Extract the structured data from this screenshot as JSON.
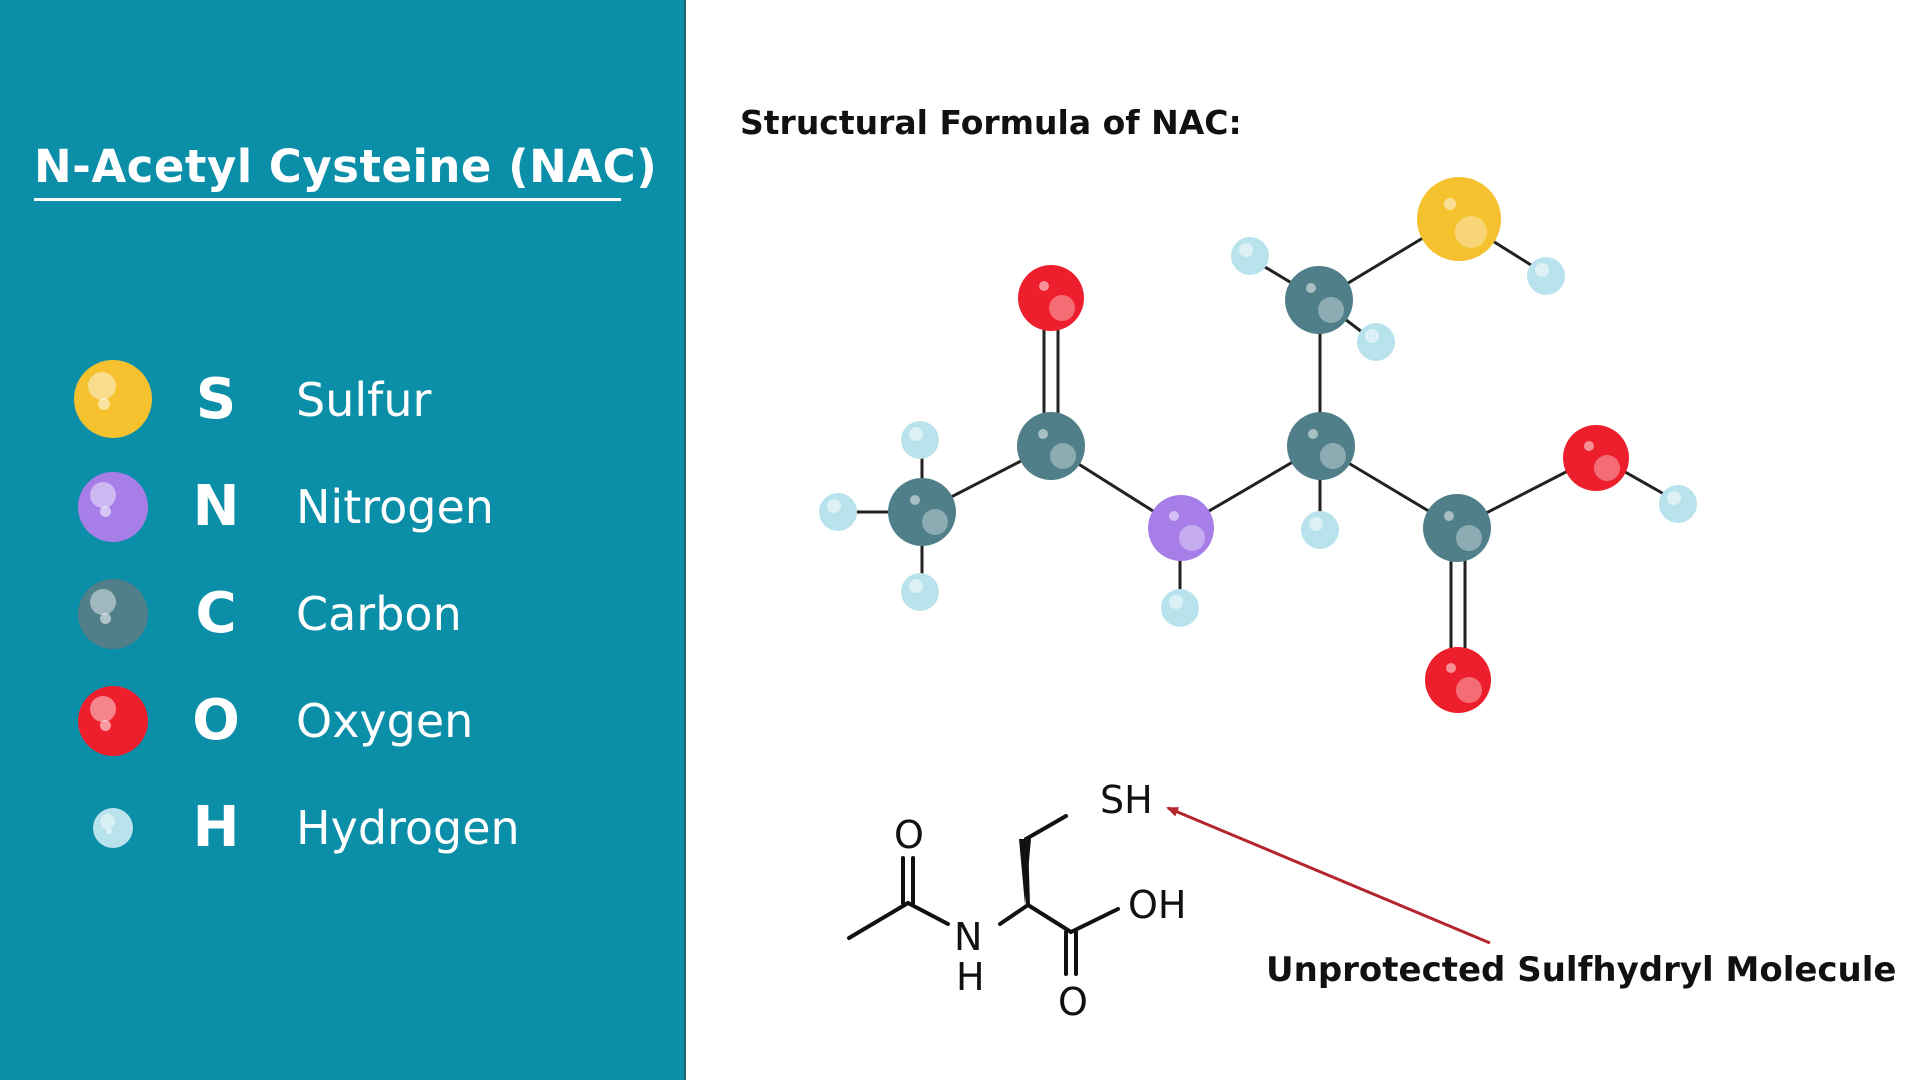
{
  "left_panel": {
    "title": "N-Acetyl Cysteine (NAC)",
    "background_color": "#0b8ea8",
    "legend": [
      {
        "symbol": "S",
        "name": "Sulfur",
        "color": "#f5c12e"
      },
      {
        "symbol": "N",
        "name": "Nitrogen",
        "color": "#a77ee8"
      },
      {
        "symbol": "C",
        "name": "Carbon",
        "color": "#507f89"
      },
      {
        "symbol": "O",
        "name": "Oxygen",
        "color": "#ee1f2c"
      },
      {
        "symbol": "H",
        "name": "Hydrogen",
        "color": "#b8e3ec"
      }
    ]
  },
  "right_panel": {
    "title": "Structural Formula of NAC:",
    "skeletal_labels": {
      "sh": "SH",
      "o_top": "O",
      "n": "N",
      "h": "H",
      "oh": "OH",
      "o_bottom": "O"
    },
    "annotation": "Unprotected Sulfhydryl Molecule",
    "arrow_color": "#b3262e"
  }
}
